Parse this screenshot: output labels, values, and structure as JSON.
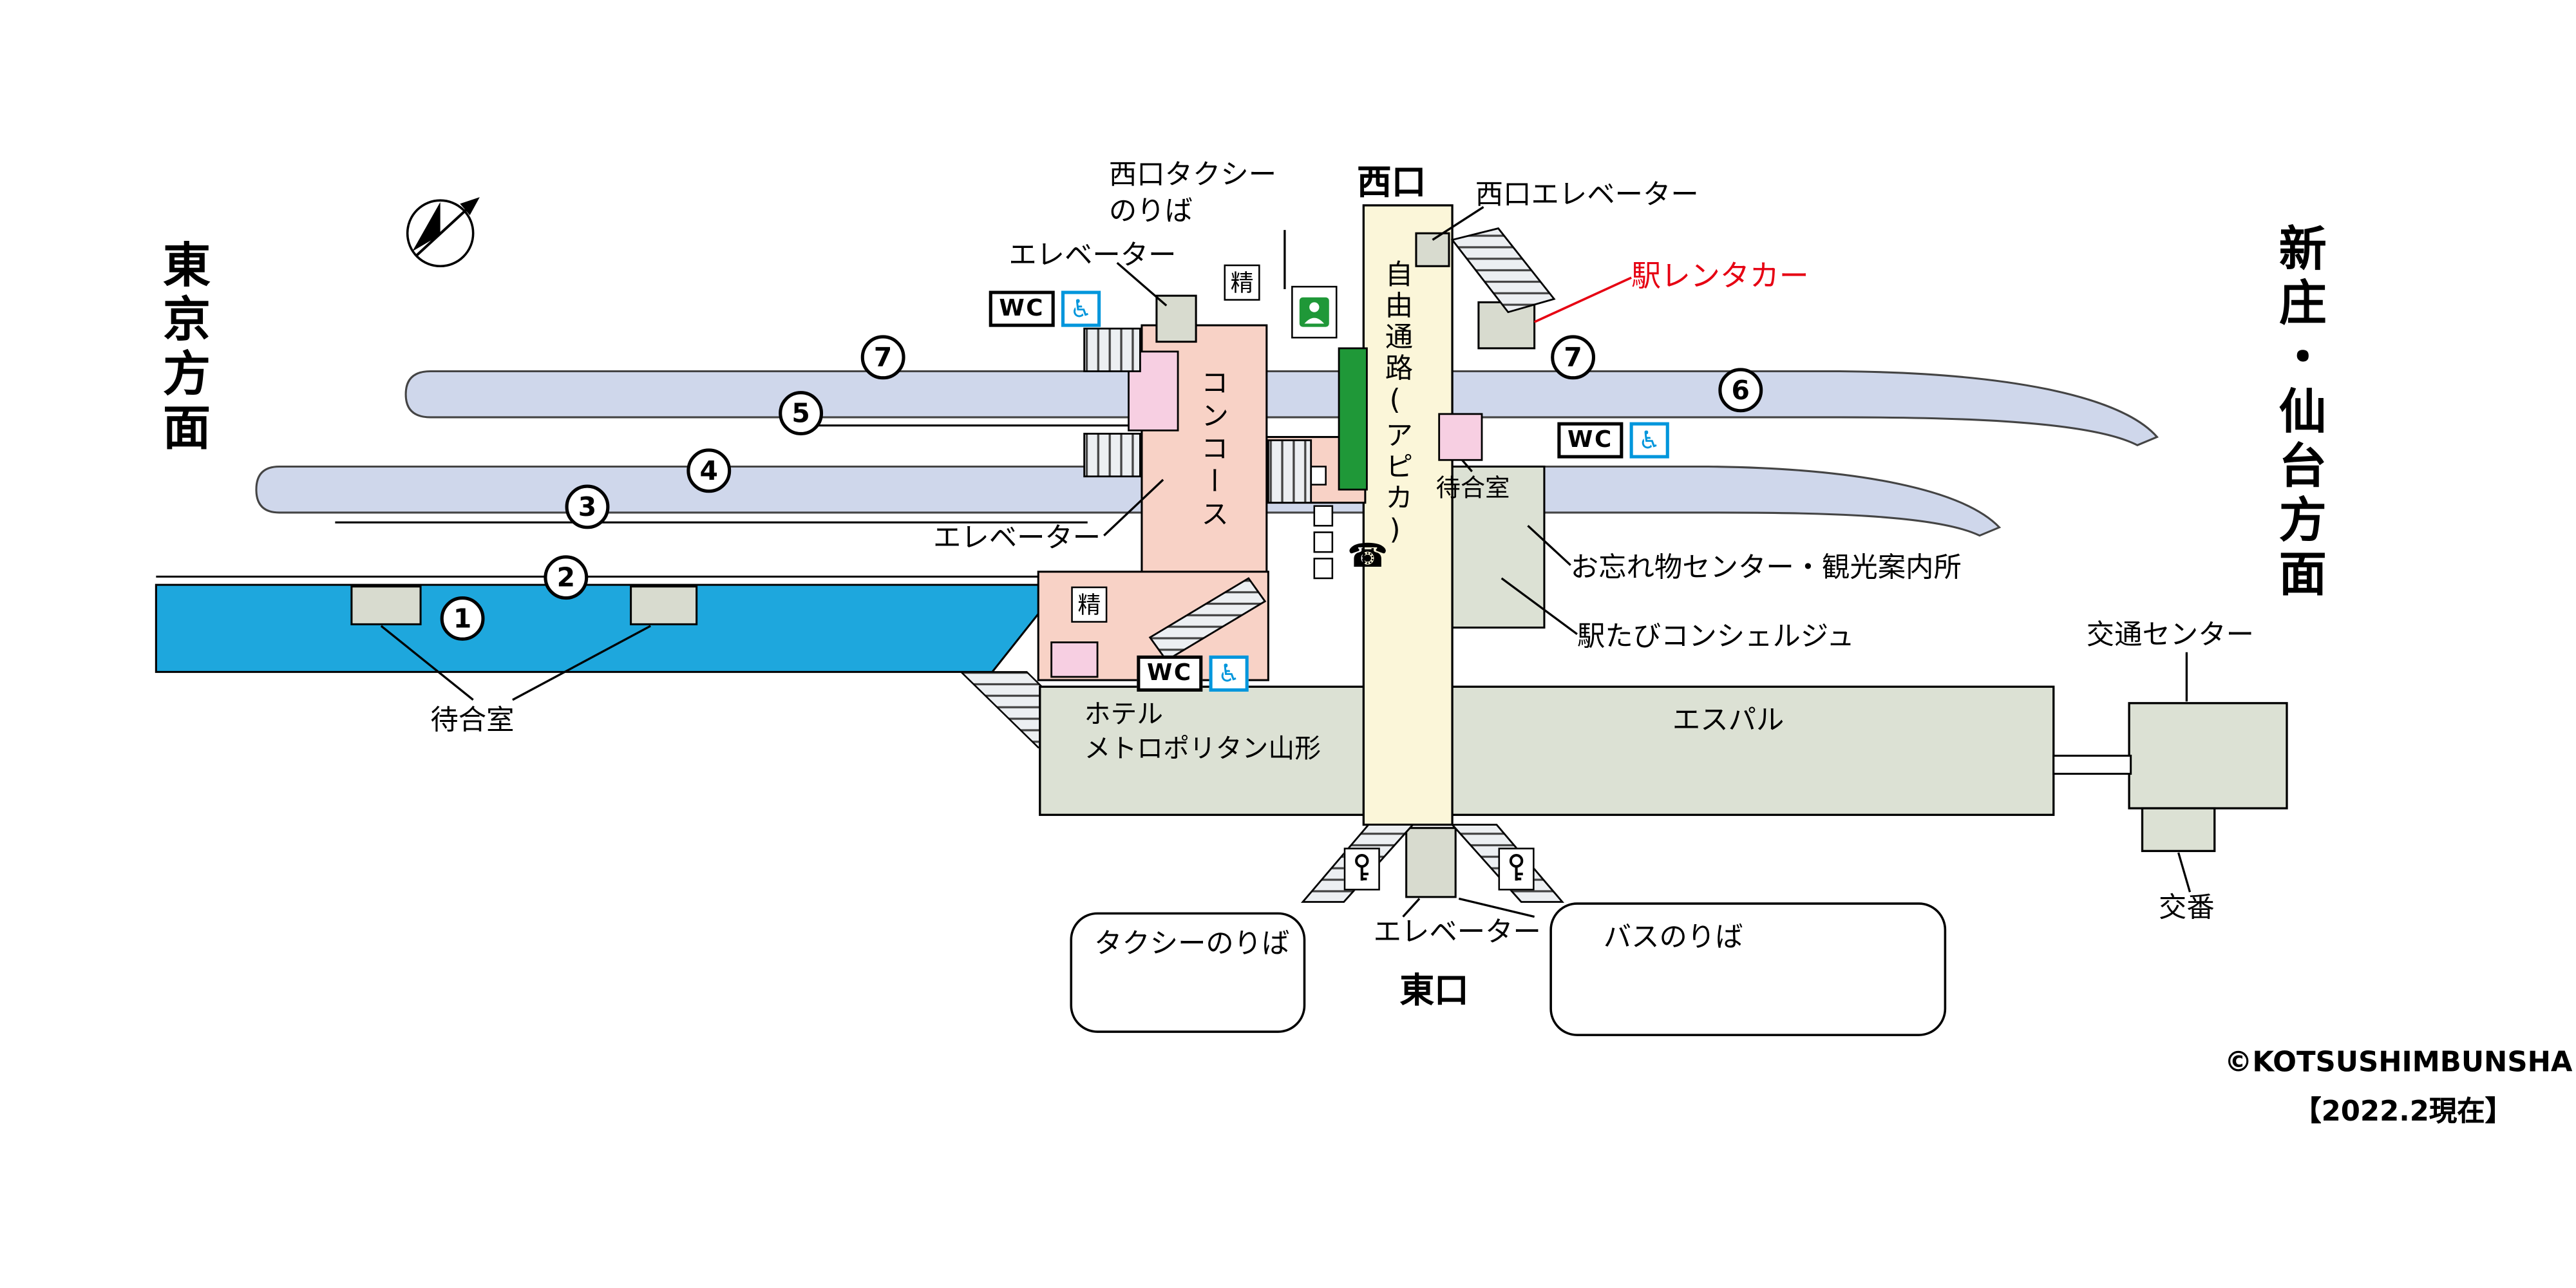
{
  "directions": {
    "left": "東京方面",
    "right": "新庄・仙台方面"
  },
  "entrances": {
    "west": "西口",
    "east": "東口"
  },
  "platform_numbers": {
    "n1": "1",
    "n2": "2",
    "n3": "3",
    "n4": "4",
    "n5": "5",
    "n6": "6",
    "n7": "7"
  },
  "labels": {
    "west_taxi": "西口タクシー\nのりば",
    "elevator_top": "エレベーター",
    "west_elevator": "西口エレベーター",
    "rent_a_car": "駅レンタカー",
    "concourse": "コンコース",
    "free_passage": "自由通路(アピカ)",
    "waiting_room_center": "待合室",
    "lost_and_found": "お忘れ物センター・観光案内所",
    "concierge": "駅たびコンシェルジュ",
    "elevator_mid": "エレベーター",
    "waiting_room_left": "待合室",
    "hotel": "ホテル\nメトロポリタン山形",
    "spal": "エスパル",
    "traffic_center": "交通センター",
    "koban": "交番",
    "taxi_stand": "タクシーのりば",
    "bus_stand": "バスのりば",
    "elevator_bottom": "エレベーター",
    "wc": "WC",
    "fare_adjustment": "精"
  },
  "icons": {
    "wheelchair": "♿",
    "phone": "☎"
  },
  "credits": {
    "copyright": "©KOTSUSHIMBUNSHA",
    "as_of": "【2022.2現在】"
  },
  "colors": {
    "platform": "#cfd7eb",
    "track_blue": "#1ea7dd",
    "concourse_pink": "#f8d2c6",
    "room_pink": "#f7cfe2",
    "corridor_cream": "#fbf6d9",
    "building_gray": "#dce1d4",
    "box_gray": "#d8dbcf",
    "green_window": "#1f9838",
    "accent_red": "#e60012",
    "wheelchair_blue": "#0096dc"
  }
}
